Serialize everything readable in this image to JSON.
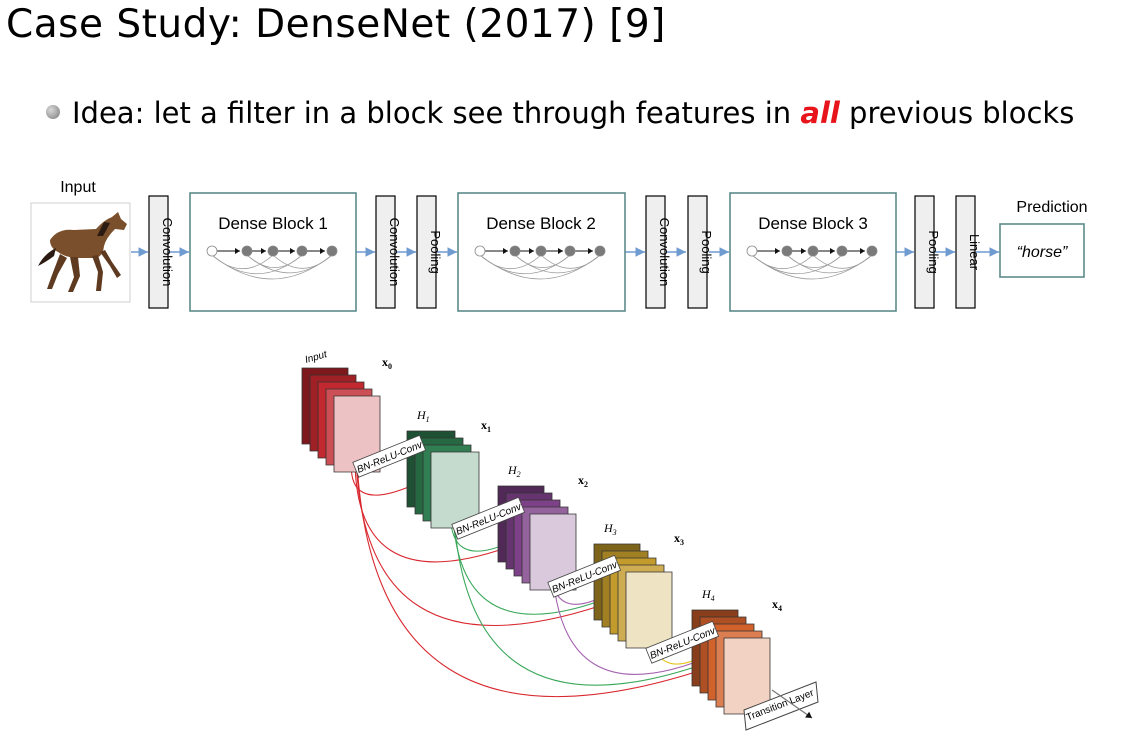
{
  "title": "Case Study: DenseNet (2017) [9]",
  "bullet": {
    "before": "Idea: let a filter in a block see through features in ",
    "emphasis": "all",
    "after": " previous blocks"
  },
  "pipeline": {
    "input_label": "Input",
    "prediction_label": "Prediction",
    "prediction_value": "“horse”",
    "layers": {
      "convolution": "Convolution",
      "pooling": "Pooling",
      "linear": "Linear"
    },
    "blocks": [
      "Dense Block 1",
      "Dense Block 2",
      "Dense Block 3"
    ]
  },
  "dense_block_diagram": {
    "input_label": "Input",
    "stages": [
      {
        "x": "x",
        "sub": "0",
        "color": "#c0262d"
      },
      {
        "h": "H",
        "h_sub": "1",
        "op": "BN-ReLU-Conv",
        "x": "x",
        "sub": "1",
        "color": "#2e7d4f"
      },
      {
        "h": "H",
        "h_sub": "2",
        "op": "BN-ReLU-Conv",
        "x": "x",
        "sub": "2",
        "color": "#7b3f86"
      },
      {
        "h": "H",
        "h_sub": "3",
        "op": "BN-ReLU-Conv",
        "x": "x",
        "sub": "3",
        "color": "#c29a2a"
      },
      {
        "h": "H",
        "h_sub": "4",
        "op": "BN-ReLU-Conv",
        "x": "x",
        "sub": "4",
        "color": "#d2602a"
      }
    ],
    "transition_label": "Transition Layer",
    "arrow_colors": [
      "#d9282f",
      "#3aa85a",
      "#a562b0",
      "#e6c21f"
    ]
  }
}
